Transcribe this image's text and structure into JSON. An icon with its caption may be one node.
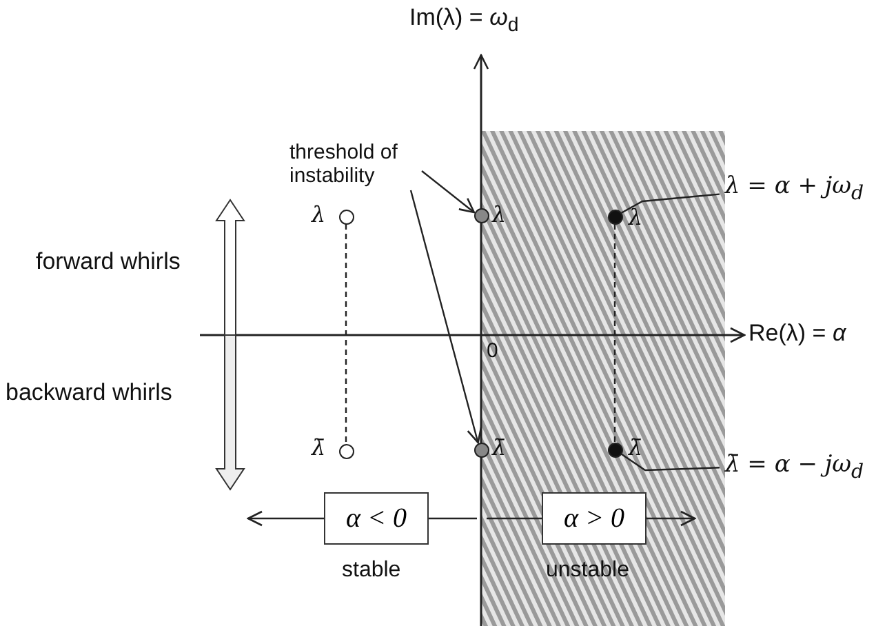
{
  "diagram": {
    "nodes": [
      {
        "text": [
          "threshold of instability"
        ]
      },
      {
        "text": [],
        "shape": "circle",
        "beside": [
          "λ"
        ]
      },
      {
        "text": [],
        "shape": "circle",
        "beside": [
          "λ"
        ]
      },
      {
        "text": [],
        "shape": "circle",
        "beside": [
          "λ"
        ]
      },
      {
        "text": [
          "λ = α + jω$_{d}$"
        ]
      },
      {
        "text": [],
        "shape": "circle",
        "beside": [
          "λ̄"
        ]
      },
      {
        "text": [],
        "shape": "circle",
        "beside": [
          "λ̄"
        ]
      },
      {
        "text": [],
        "shape": "circle",
        "beside": [
          "λ̄"
        ]
      },
      {
        "text": [
          "λ̄ = α − jω$_{d}$"
        ]
      },
      {
        "text": [
          "α < 0"
        ],
        "beside": [
          "stable"
        ]
      },
      {
        "text": [
          "α > 0"
        ],
        "beside": [
          "unstable"
        ]
      }
    ],
    "edges": [
      {
        "from": 0,
        "to": 2,
        "arrow": "to"
      },
      {
        "from": 0,
        "to": 6,
        "arrow": "to"
      },
      {
        "from": 1,
        "to": 5,
        "arrow": "none",
        "style": "dashed"
      },
      {
        "from": 3,
        "to": 7,
        "arrow": "none",
        "style": "dashed"
      },
      {
        "from": 4,
        "to": 3,
        "arrow": "none"
      },
      {
        "from": 8,
        "to": 7,
        "arrow": "none"
      },
      {
        "from": 9,
        "to": null,
        "arrow": "to"
      },
      {
        "from": null,
        "to": 9,
        "arrow": "none"
      },
      {
        "from": null,
        "to": 10,
        "arrow": "none"
      },
      {
        "from": 10,
        "to": null,
        "arrow": "to"
      }
    ],
    "labels": [
      "Im(λ) = *ω*$_{d}$",
      "forward whirls",
      "Re(λ) = *α*",
      "0",
      "backward whirls"
    ]
  }
}
